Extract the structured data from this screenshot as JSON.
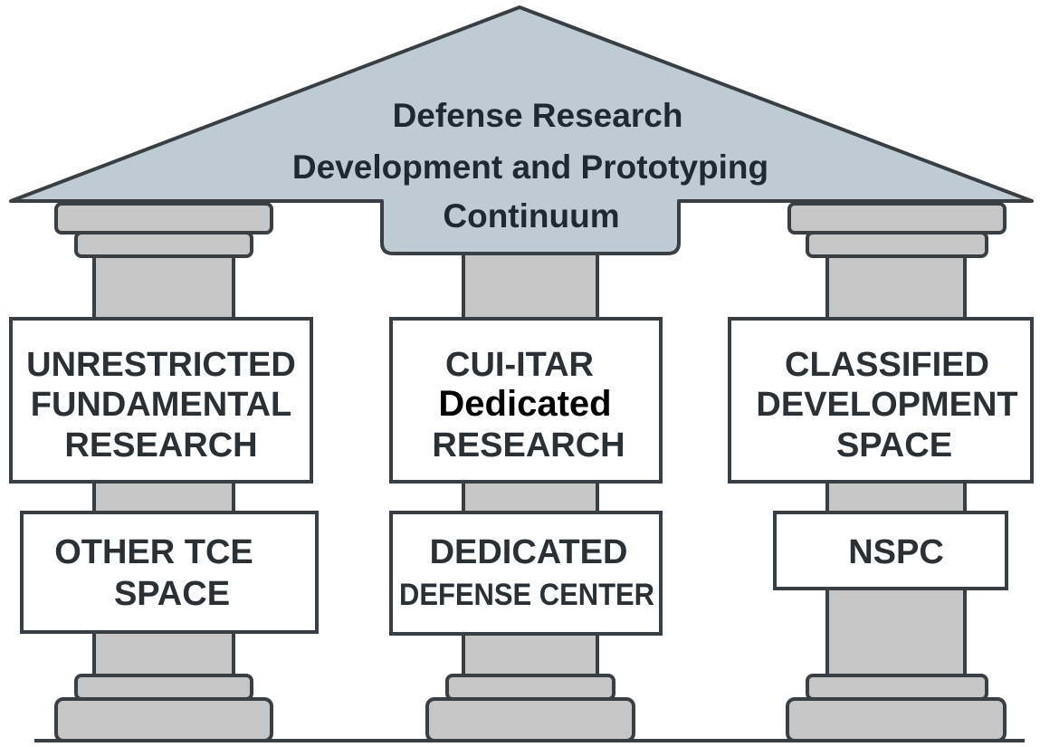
{
  "roof": {
    "line1": "Defense Research",
    "line2": "Development and Prototyping",
    "line3": "Continuum"
  },
  "pillars": [
    {
      "upper": [
        "UNRESTRICTED",
        "FUNDAMENTAL",
        "RESEARCH"
      ],
      "lower": [
        "OTHER TCE",
        "SPACE"
      ]
    },
    {
      "upper": [
        "CUI-ITAR",
        "Dedicated",
        "RESEARCH"
      ],
      "lower": [
        "DEDICATED",
        "DEFENSE CENTER"
      ]
    },
    {
      "upper": [
        "CLASSIFIED",
        "DEVELOPMENT",
        "SPACE"
      ],
      "lower": [
        "NSPC"
      ]
    }
  ],
  "colors": {
    "roof_fill": "#bfcbd2",
    "pillar_fill": "#c6c6c6",
    "stroke": "#3a3f44",
    "box_fill": "#ffffff"
  }
}
